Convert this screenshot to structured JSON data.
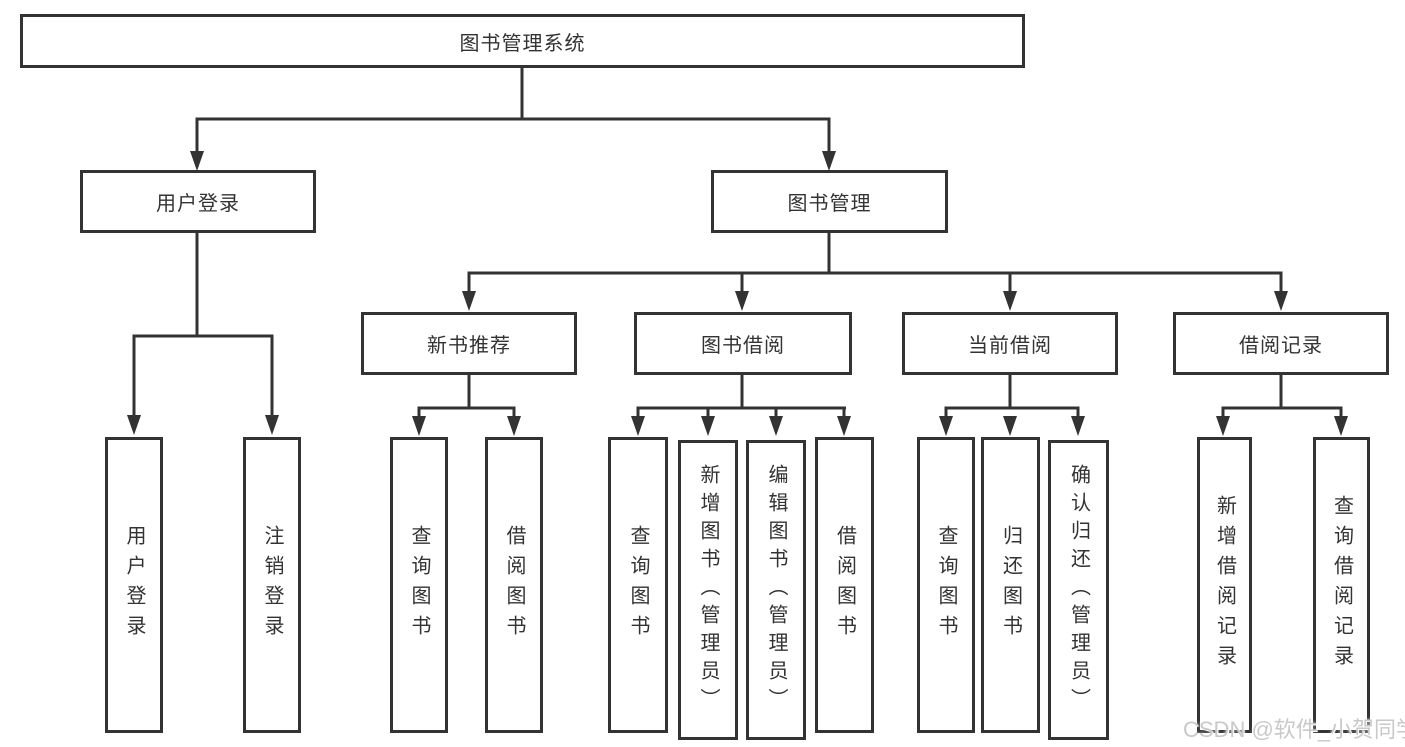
{
  "colors": {
    "line": "#333333",
    "box-border": "#333333",
    "text": "#333333",
    "watermark": "#c9c9c9"
  },
  "nodes": {
    "root": "图书管理系统",
    "user_login": "用户登录",
    "book_mgmt": "图书管理",
    "login": "用户登录",
    "logout": "注销登录",
    "new_books": "新书推荐",
    "borrowing": "图书借阅",
    "current": "当前借阅",
    "records": "借阅记录",
    "nb_query": "查询图书",
    "nb_borrow": "借阅图书",
    "bb_query": "查询图书",
    "bb_add": "新增图书（管理员）",
    "bb_edit": "编辑图书（管理员）",
    "bb_borrow": "借阅图书",
    "cb_query": "查询图书",
    "cb_return": "归还图书",
    "cb_confirm": "确认归还（管理员）",
    "rec_add": "新增借阅记录",
    "rec_query": "查询借阅记录"
  },
  "watermark": "CSDN @软件_小贺同学"
}
